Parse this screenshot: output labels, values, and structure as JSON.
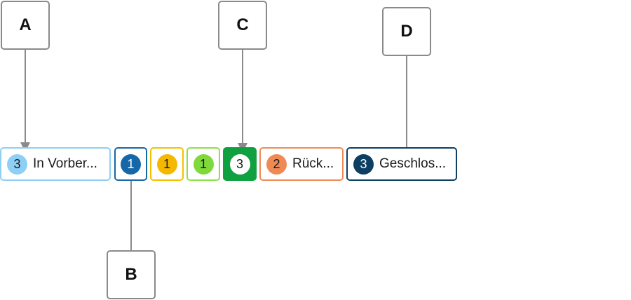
{
  "callouts": [
    "A",
    "B",
    "C",
    "D"
  ],
  "chips": [
    {
      "count": "3",
      "label": "In Vorber...",
      "color": "#8ecff5",
      "badge_color": "#8ecff5",
      "badge_text_color": "#1a1a1a"
    },
    {
      "count": "1",
      "label": "",
      "color": "#1667a8",
      "badge_color": "#1667a8",
      "badge_text_color": "#ffffff"
    },
    {
      "count": "1",
      "label": "",
      "color": "#f5c000",
      "badge_color": "#f5b800",
      "badge_text_color": "#1a1a1a"
    },
    {
      "count": "1",
      "label": "",
      "color": "#8ee04a",
      "badge_color": "#7fd93b",
      "badge_text_color": "#1a1a1a"
    },
    {
      "count": "3",
      "label": "",
      "color": "#0fa040",
      "badge_color": "#ffffff",
      "badge_text_color": "#1a1a1a",
      "selected": true
    },
    {
      "count": "2",
      "label": "Rück...",
      "color": "#f08a55",
      "badge_color": "#f08a55",
      "badge_text_color": "#1a1a1a"
    },
    {
      "count": "3",
      "label": "Geschlos...",
      "color": "#0c3f63",
      "badge_color": "#0c3f63",
      "badge_text_color": "#ffffff"
    }
  ]
}
